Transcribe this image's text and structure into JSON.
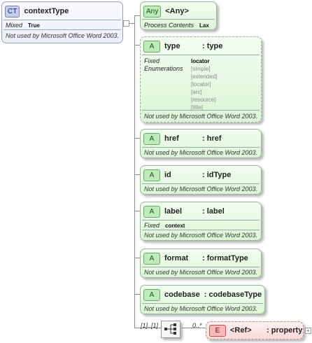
{
  "complex_type": {
    "badge": "CT",
    "name": "contextType",
    "prop_label": "Mixed",
    "prop_value": "True",
    "note": "Not used by Microsoft Office Word 2003."
  },
  "any": {
    "badge": "Any",
    "title": "<Any>",
    "prop_label": "Process Contents",
    "prop_value": "Lax"
  },
  "attributes": [
    {
      "name": "type",
      "type": ": type",
      "fixed_label": "Fixed",
      "fixed_value": "locator",
      "enum_label": "Enumerations",
      "enumerations": [
        "[simple]",
        "[extended]",
        "[locator]",
        "[arc]",
        "[resource]",
        "[title]"
      ],
      "note": "Not used by Microsoft Office Word 2003."
    },
    {
      "name": "href",
      "type": ": href",
      "note": "Not used by Microsoft Office Word 2003."
    },
    {
      "name": "id",
      "type": ": idType",
      "note": "Not used by Microsoft Office Word 2003."
    },
    {
      "name": "label",
      "type": ": label",
      "fixed_label": "Fixed",
      "fixed_value": "context",
      "note": "Not used by Microsoft Office Word 2003."
    },
    {
      "name": "format",
      "type": ": formatType",
      "note": "Not used by Microsoft Office Word 2003."
    },
    {
      "name": "codebase",
      "type": ": codebaseType",
      "note": "Not used by Microsoft Office Word 2003."
    }
  ],
  "attr_badge": "A",
  "sequence": {
    "cardinality": "[1]..[1]",
    "icon": "sequence-icon"
  },
  "element": {
    "badge": "E",
    "name": "<Ref>",
    "type": ": property",
    "cardinality": "0..*"
  }
}
